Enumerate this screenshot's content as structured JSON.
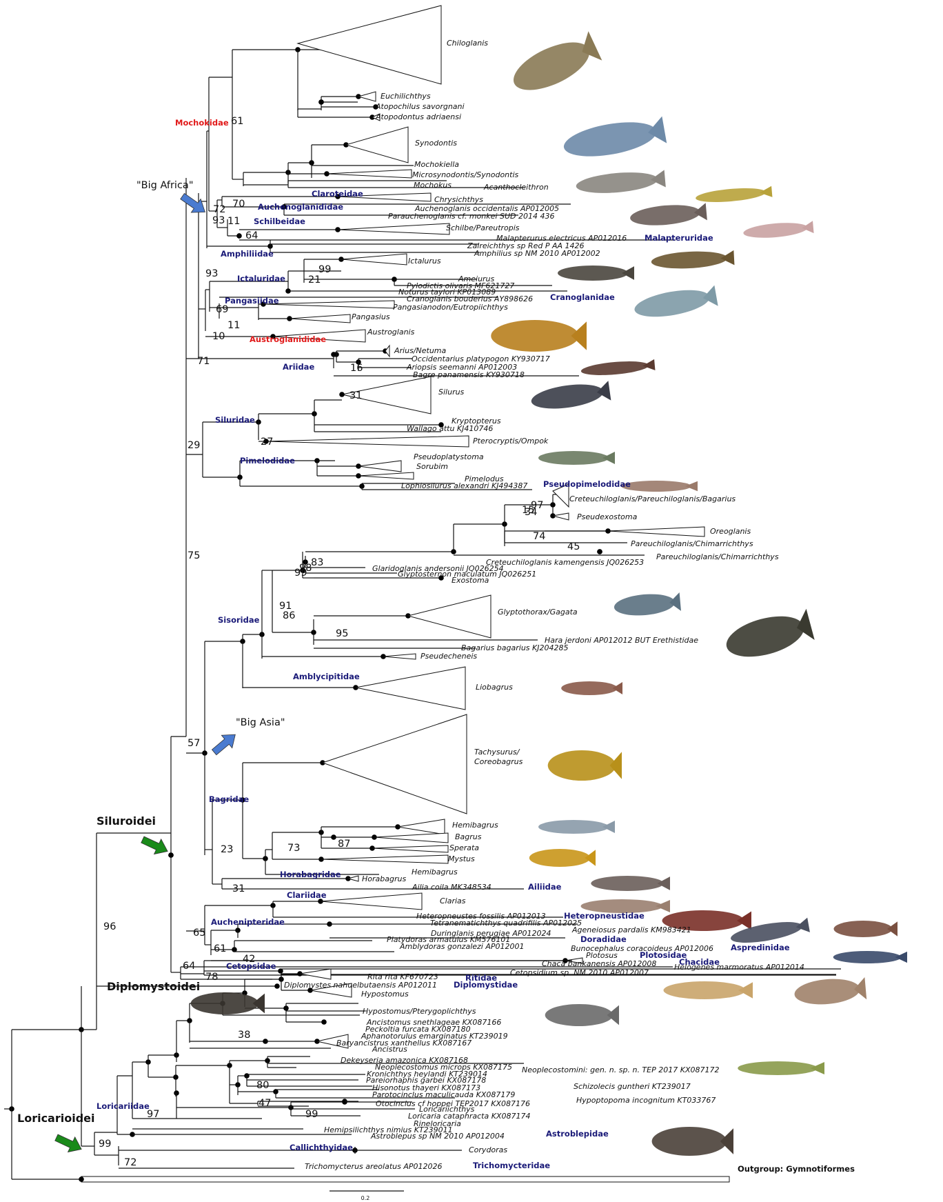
{
  "taxa": {
    "chiloglanis": "Chiloglanis",
    "euchilichthys": "Euchilichthys",
    "atopochilus": "Atopochilus savorgnani",
    "atopodontus": "Atopodontus adriaensi",
    "synodontis": "Synodontis",
    "mochokiella": "Mochokiella",
    "microsyno": "Microsynodontis/Synodontis",
    "mochokus": "Mochokus",
    "acantho": "Acanthocleithron",
    "chrysichthys": "Chrysichthys",
    "auchenoglanis": "Auchenoglanis occidentalis AP012005",
    "parauchen": "Parauchenoglanis cf. monkei SUD 2014 436",
    "schilbe": "Schilbe/Pareutropis",
    "malapterurus": "Malapterurus electricus AP012016",
    "zaireichthys": "Zaireichthys sp Red P AA 1426",
    "amphilius": "Amphilius sp NM 2010 AP012002",
    "ictalurus": "Ictalurus",
    "ameiurus": "Ameiurus",
    "pylodictis": "Pylodictis olivaris MF621727",
    "noturus": "Noturus taylori KP013089",
    "cranoglanis": "Cranoglanis bouderius AY898626",
    "pangasianodon": "Pangasianodon/Eutropiichthys",
    "pangasius": "Pangasius",
    "austroglanis": "Austroglanis",
    "arius": "Arius/Netuma",
    "occidentarius": "Occidentarius platypogon KY930717",
    "ariopsis": "Ariopsis seemanni AP012003",
    "bagre": "Bagre panamensis KY930718",
    "silurus": "Silurus",
    "kryptopterus": "Kryptopterus",
    "wallago": "Wallago attu KJ410746",
    "pterocryptis": "Pterocryptis/Ompok",
    "pseudoplaty": "Pseudoplatystoma",
    "sorubim": "Sorubim",
    "pimelodus": "Pimelodus",
    "lophiosilurus": "Lophiosilurus alexandri KJ494387",
    "creteuchilo": "Creteuchiloglanis/Pareuchiloglanis/Bagarius",
    "pseudexostoma": "Pseudexostoma",
    "oreoglanis": "Oreoglanis",
    "pareuchilo1": "Pareuchiloglanis/Chimarrichthys",
    "pareuchilo2": "Pareuchiloglanis/Chimarrichthys",
    "creteuchilo_k": "Creteuchiloglanis kamengensis JQ026253",
    "glaridoglanis": "Glaridoglanis andersonii JQ026254",
    "glyptosternon": "Glyptosternon maculatum JQ026251",
    "exostoma": "Exostoma",
    "glyptothorax": "Glyptothorax/Gagata",
    "hara": "Hara jerdoni AP012012 BUT Erethistidae",
    "bagarius": "Bagarius bagarius KJ204285",
    "pseudecheneis": "Pseudecheneis",
    "liobagrus": "Liobagrus",
    "tachysurus1": "Tachysurus/",
    "tachysurus2": "Coreobagrus",
    "hemibagrus": "Hemibagrus",
    "bagrus": "Bagrus",
    "sperata": "Sperata",
    "mystus": "Mystus",
    "hemibagrus2": "Hemibagrus",
    "horabagrus": "Horabagrus",
    "ailia": "Ailia coila MK348534",
    "clarias": "Clarias",
    "heteropneustes": "Heteropneustes fossilis AP012013",
    "tetranema": "Tetranematichthys quadrifilis AP012025",
    "ageneiosus": "Ageneiosus pardalis KM983421",
    "duringlanis": "Duringlanis perugiae AP012024",
    "platydoras": "Platydoras armatulus KM576101",
    "amblydoras": "Amblydoras gonzalezi AP012001",
    "bunocephalus": "Bunocephalus coracoideus AP012006",
    "plotosus": "Plotosus",
    "chaca": "Chaca bankanensis AP012008",
    "helogenes": "Helogenes marmoratus AP012014",
    "cetopsidium": "Cetopsidium sp. NM 2010 AP012007",
    "rita": "Rita rita KF670723",
    "diplomystes": "Diplomystes nahuelbutaensis AP012011",
    "hypostomus": "Hypostomus",
    "hypostomus2": "Hypostomus/Pterygoplichthys",
    "ancistomus": "Ancistomus snethlageae KX087166",
    "peckoltia": "Peckoltia furcata KX087180",
    "aphanotorulus": "Aphanotorulus emarginatus KT239019",
    "baryancistrus": "Baryancistrus xanthellus KX087167",
    "ancistrus": "Ancistrus",
    "dekeyseria": "Dekeyseria amazonica KX087168",
    "neoplecostomus": "Neoplecostomus microps KX087175",
    "neoplecostomini": "Neoplecostomini: gen. n. sp. n. TEP 2017 KX087172",
    "kronichthys": "Kronichthys heylandi KT239014",
    "pareiorhaphis": "Pareiorhaphis garbei KX087178",
    "schizolecis": "Schizolecis guntheri KT239017",
    "hisonotus": "Hisonotus thayeri KX087173",
    "parotocinclus": "Parotocinclus maculicauda KX087179",
    "hypoptopoma": "Hypoptopoma incognitum KT033767",
    "otocinclus": "Otocinclus cf hoppei TEP2017 KX087176",
    "loricariichthys": "Loricariichthys",
    "loricaria": "Loricaria cataphracta KX087174",
    "rineloricaria": "Rineloricaria",
    "hemipsilichthys": "Hemipsilichthys nimius KT239011",
    "astroblepus": "Astroblepus sp NM 2010 AP012004",
    "corydoras": "Corydoras",
    "trichomycterus": "Trichomycterus areolatus AP012026"
  },
  "families": {
    "mochokidae": "Mochokidae",
    "claroteidae": "Claroteidae",
    "auchenoglanididae": "Auchenoglanididae",
    "schilbeidae": "Schilbeidae",
    "malapteruridae": "Malapteruridae",
    "amphiliidae": "Amphiliidae",
    "ictaluridae": "Ictaluridae",
    "cranoglanidae": "Cranoglanidae",
    "pangasiidae": "Pangasiidae",
    "austroglanididae": "Austroglanididae",
    "ariidae": "Ariidae",
    "siluridae": "Siluridae",
    "pimelodidae": "Pimelodidae",
    "pseudopimelodidae": "Pseudopimelodidae",
    "sisoridae": "Sisoridae",
    "amblycipitidae": "Amblycipitidae",
    "bagridae": "Bagridae",
    "horabagridae": "Horabagridae",
    "ailiidae": "Ailiidae",
    "clariidae": "Clariidae",
    "heteropneustidae": "Heteropneustidae",
    "auchenipteridae": "Auchenipteridae",
    "doradidae": "Doradidae",
    "aspredinidae": "Aspredinidae",
    "plotosidae": "Plotosidae",
    "chacidae": "Chacidae",
    "cetopsidae": "Cetopsidae",
    "ritidae": "Ritidae",
    "diplomystidae": "Diplomystidae",
    "loricariidae": "Loricariidae",
    "astroblepidae": "Astroblepidae",
    "callichthyidae": "Callichthyidae",
    "trichomycteridae": "Trichomycteridae"
  },
  "labels": {
    "big_africa": "\"Big Africa\"",
    "big_asia": "\"Big Asia\"",
    "siluroidei": "Siluroidei",
    "diplomystoidei": "Diplomystoidei",
    "loricarioidei": "Loricarioidei",
    "outgroup": "Outgroup: Gymnotiformes",
    "scale": "0.2"
  },
  "bootstrap": [
    "96",
    "42",
    "64",
    "78",
    "75",
    "29",
    "57",
    "71",
    "93",
    "93",
    "61",
    "72",
    "70",
    "11",
    "64",
    "99",
    "21",
    "69",
    "11",
    "10",
    "16",
    "31",
    "27",
    "91",
    "95",
    "86",
    "99",
    "98",
    "83",
    "15",
    "97",
    "34",
    "74",
    "45",
    "23",
    "73",
    "87",
    "31",
    "65",
    "61",
    "72",
    "99",
    "97",
    "99",
    "38",
    "80",
    "47"
  ],
  "colors": {
    "branch": "#111111",
    "family_blue": "#1a1a78",
    "family_red": "#e11919",
    "arrow_blue": "#4a7bd0",
    "arrow_green": "#1a8a1a"
  }
}
